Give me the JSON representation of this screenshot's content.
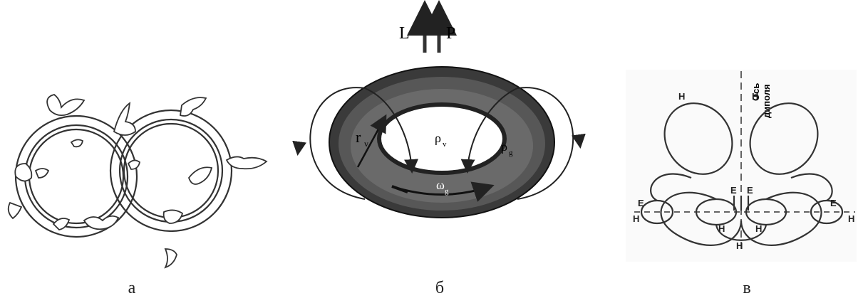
{
  "panels": {
    "a": {
      "caption": "а"
    },
    "b": {
      "caption": "б",
      "labels": {
        "L": "L",
        "P": "P",
        "r": "r",
        "r_sub": "v",
        "rho_v": "ρ",
        "rho_v_sub": "v",
        "rho_g": "ρ",
        "rho_g_sub": "g",
        "omega": "ω",
        "omega_sub": "g"
      }
    },
    "c": {
      "caption": "в",
      "axis_label_line1": "Ось",
      "axis_label_line2": "диполя",
      "H": "H",
      "E": "E"
    }
  }
}
